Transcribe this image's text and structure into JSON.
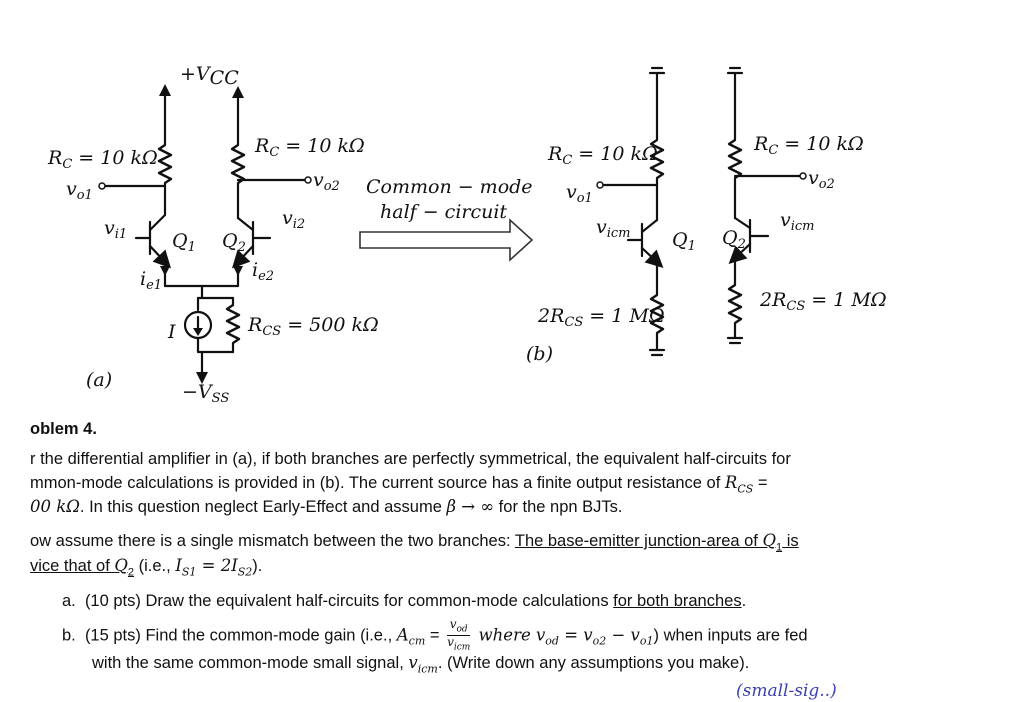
{
  "figure_a": {
    "vcc": "+V",
    "vcc_sub": "CC",
    "rc_left": "R",
    "rc_left_sub": "C",
    "rc_left_val": " = 10 kΩ",
    "rc_right": "R",
    "rc_right_sub": "C",
    "rc_right_val": " = 10 kΩ",
    "vo1": "v",
    "vo1_sub": "o1",
    "vo2": "v",
    "vo2_sub": "o2",
    "vi1": "v",
    "vi1_sub": "i1",
    "vi2": "v",
    "vi2_sub": "i2",
    "q1": "Q",
    "q1_sub": "1",
    "q2": "Q",
    "q2_sub": "2",
    "ie1": "i",
    "ie1_sub": "e1",
    "ie2": "i",
    "ie2_sub": "e2",
    "i_src": "I",
    "rcs": "R",
    "rcs_sub": "CS",
    "rcs_val": " = 500 kΩ",
    "vss": "−V",
    "vss_sub": "SS",
    "label": "(a)"
  },
  "arrow": {
    "line1": "Common − mode",
    "line2": "half − circuit"
  },
  "figure_b": {
    "rc_left": "R",
    "rc_left_sub": "C",
    "rc_left_val": " = 10 kΩ",
    "rc_right": "R",
    "rc_right_sub": "C",
    "rc_right_val": " = 10 kΩ",
    "vo1": "v",
    "vo1_sub": "o1",
    "vo2": "v",
    "vo2_sub": "o2",
    "vicm_left": "v",
    "vicm_left_sub": "icm",
    "vicm_right": "v",
    "vicm_right_sub": "icm",
    "q1": "Q",
    "q1_sub": "1",
    "q2": "Q",
    "q2_sub": "2",
    "rcs_left": "2R",
    "rcs_left_sub": "CS",
    "rcs_left_val": " = 1 MΩ",
    "rcs_right": "2R",
    "rcs_right_sub": "CS",
    "rcs_right_val": " = 1 MΩ",
    "label": "(b)"
  },
  "problem": {
    "heading": "oblem 4.",
    "p1_l1": "r the differential amplifier in (a), if both branches are perfectly symmetrical, the equivalent half-circuits for",
    "p1_l2a": "mmon-mode calculations is provided in (b). The current source has a finite output resistance of ",
    "p1_l2m": "R",
    "p1_l2s": "CS",
    "p1_l2b": " =",
    "p1_l3m": "00 kΩ",
    "p1_l3a": ". In this question neglect Early-Effect and assume ",
    "p1_l3b": "β → ∞",
    "p1_l3c": " for the npn BJTs.",
    "p2_l1a": "ow assume there is a single mismatch between the two branches: ",
    "p2_l1u": "The base-emitter junction-area of ",
    "p2_l1m": "Q",
    "p2_l1ms": "1",
    "p2_l1e": " is",
    "p2_l2u": "vice that of ",
    "p2_l2m": "Q",
    "p2_l2ms": "2",
    "p2_l2a": " (i.e., ",
    "p2_l2b": "I",
    "p2_l2bs": "S1",
    "p2_l2c": " = 2I",
    "p2_l2cs": "S2",
    "p2_l2d": ").",
    "qa_label": "a.",
    "qa_text": "(10 pts) Draw the equivalent half-circuits for common-mode calculations ",
    "qa_u": "for both branches",
    "qa_end": ".",
    "qb_label": "b.",
    "qb_text": "(15 pts) Find the common-mode gain (i.e., ",
    "qb_m": "A",
    "qb_ms": "cm",
    "qb_eq": " = ",
    "qb_num": "v",
    "qb_nums": "od",
    "qb_den": "v",
    "qb_dens": "icm",
    "qb_where": " where v",
    "qb_wheres": "od",
    "qb_eq2": " = v",
    "qb_eq2s": "o2",
    "qb_minus": " − v",
    "qb_minuss": "o1",
    "qb_end": ") when inputs are fed",
    "qb_l2a": "with the same common-mode small signal, ",
    "qb_l2m": "v",
    "qb_l2ms": "icm",
    "qb_l2b": ". (Write down any assumptions you make).",
    "handwriting": "(small-sig..)"
  }
}
